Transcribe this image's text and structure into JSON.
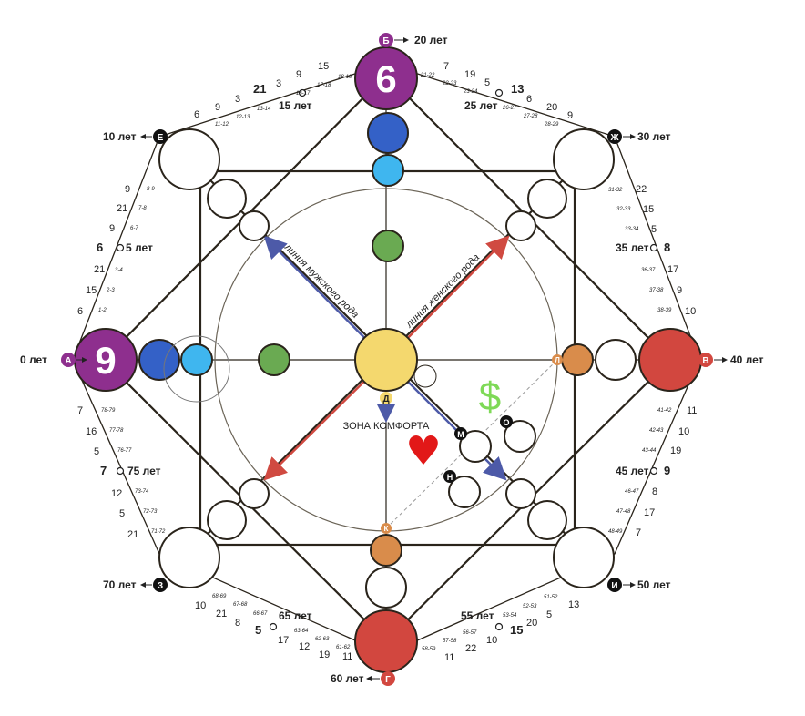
{
  "colors": {
    "purple": "#8e2f8e",
    "dark_blue": "#3461c7",
    "light_blue": "#3fb6ef",
    "green": "#6aaa52",
    "yellow": "#f4d86e",
    "orange": "#d98c4b",
    "red": "#d2473f",
    "line": "#2a241b",
    "male_arrow": "#4d5aa8",
    "female_arrow": "#d04a41",
    "dollar": "#7ed957",
    "heart": "#e21818"
  },
  "main_values": {
    "top": "6",
    "left": "9"
  },
  "letters": {
    "A": "А",
    "B": "Б",
    "V": "В",
    "G": "Г",
    "D": "Д",
    "E": "Е",
    "Zh": "Ж",
    "Z": "З",
    "I": "И",
    "K": "К",
    "L": "Л",
    "M": "М",
    "N": "Н",
    "O": "О"
  },
  "ages": {
    "a0": "0 лет",
    "a5": "5 лет",
    "a10": "10 лет",
    "a15": "15 лет",
    "a20": "20 лет",
    "a25": "25 лет",
    "a30": "30 лет",
    "a35": "35 лет",
    "a40": "40 лет",
    "a45": "45 лет",
    "a50": "50 лет",
    "a55": "55 лет",
    "a60": "60 лет",
    "a65": "65 лет",
    "a70": "70 лет",
    "a75": "75 лет"
  },
  "labels": {
    "male_line": "линия мужского рода",
    "female_line": "линия женского рода",
    "comfort_zone": "ЗОНА КОМФОРТА",
    "dollar": "$",
    "heart": "♥"
  },
  "milestones": {
    "m5": "6",
    "m15": "21",
    "m25": "13",
    "m35": "8",
    "m45": "9",
    "m55": "15",
    "m65": "5",
    "m75": "7"
  },
  "seg_a_e": {
    "nums": [
      "6",
      "15",
      "21",
      "9",
      "21",
      "9"
    ],
    "ranges": [
      "1-2",
      "2-3",
      "3-4",
      "6-7",
      "7-8",
      "8-9"
    ]
  },
  "seg_e_b": {
    "nums": [
      "6",
      "9",
      "3",
      "3",
      "9",
      "15"
    ],
    "ranges": [
      "11-12",
      "12-13",
      "13-14",
      "16-17",
      "17-18",
      "18-19"
    ]
  },
  "seg_b_zh": {
    "nums": [
      "7",
      "19",
      "5",
      "6",
      "20",
      "9"
    ],
    "ranges": [
      "21-22",
      "22-23",
      "23-24",
      "26-27",
      "27-28",
      "28-29"
    ]
  },
  "seg_zh_v": {
    "nums": [
      "22",
      "15",
      "5",
      "17",
      "9",
      "10"
    ],
    "ranges": [
      "31-32",
      "32-33",
      "33-34",
      "36-37",
      "37-38",
      "38-39"
    ]
  },
  "seg_v_i": {
    "nums": [
      "11",
      "10",
      "19",
      "8",
      "17",
      "7"
    ],
    "ranges": [
      "41-42",
      "42-43",
      "43-44",
      "46-47",
      "47-48",
      "48-49"
    ]
  },
  "seg_i_g": {
    "nums": [
      "13",
      "5",
      "20",
      "10",
      "22",
      "11"
    ],
    "ranges": [
      "51-52",
      "52-53",
      "53-54",
      "56-57",
      "57-58",
      "58-59"
    ]
  },
  "seg_g_z": {
    "nums": [
      "11",
      "19",
      "12",
      "17",
      "8",
      "21",
      "10"
    ],
    "ranges": [
      "61-62",
      "62-63",
      "63-64",
      "66-67",
      "67-68",
      "68-69"
    ]
  },
  "seg_z_a": {
    "nums": [
      "21",
      "5",
      "12",
      "5",
      "16",
      "7"
    ],
    "ranges": [
      "71-72",
      "72-73",
      "73-74",
      "76-77",
      "77-78",
      "78-79"
    ]
  }
}
